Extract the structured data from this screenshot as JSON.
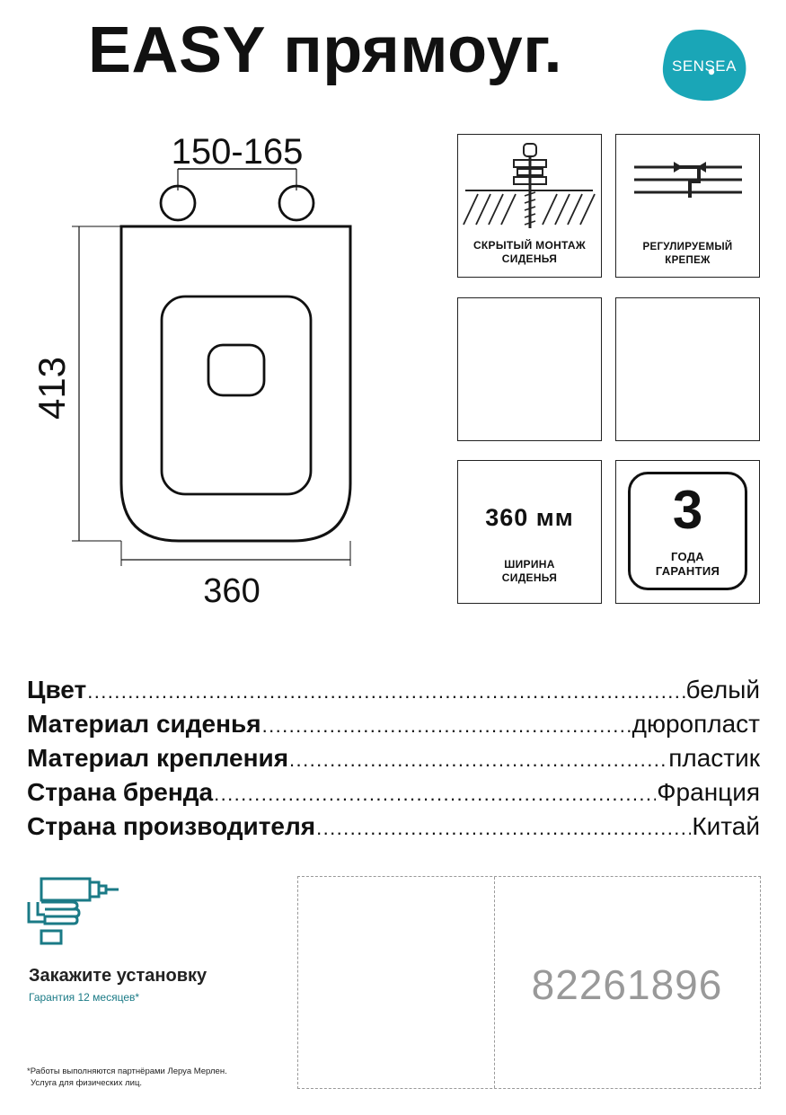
{
  "header": {
    "title": "EASY прямоуг.",
    "brand_logo_text": "SENSEA",
    "brand_color": "#1aa6b7"
  },
  "drawing": {
    "hole_spacing": "150-165",
    "length": "413",
    "width": "360"
  },
  "features": {
    "hidden_mount": {
      "icon": "hidden-mount-icon",
      "line1": "СКРЫТЫЙ МОНТАЖ",
      "line2": "СИДЕНЬЯ"
    },
    "adjustable": {
      "icon": "adjustable-fixing-icon",
      "line1": "РЕГУЛИРУЕМЫЙ",
      "line2": "КРЕПЕЖ"
    },
    "width": {
      "value": "360 мм",
      "line1": "ШИРИНА",
      "line2": "СИДЕНЬЯ"
    },
    "warranty": {
      "number": "3",
      "line1": "ГОДА",
      "line2": "ГАРАНТИЯ"
    }
  },
  "specs": [
    {
      "label": "Цвет",
      "value": "белый"
    },
    {
      "label": "Материал сиденья",
      "value": "дюропласт"
    },
    {
      "label": "Материал крепления",
      "value": "пластик"
    },
    {
      "label": "Страна бренда",
      "value": "Франция"
    },
    {
      "label": "Страна производителя",
      "value": "Китай"
    }
  ],
  "install": {
    "icon": "drill-hand-icon",
    "icon_color": "#1a7a86",
    "title": "Закажите установку",
    "warranty": "Гарантия 12 месяцев*",
    "note_line1": "*Работы выполняются партнёрами Леруа Мерлен.",
    "note_line2": "Услуга для физических лиц."
  },
  "label": {
    "article": "82261896"
  }
}
